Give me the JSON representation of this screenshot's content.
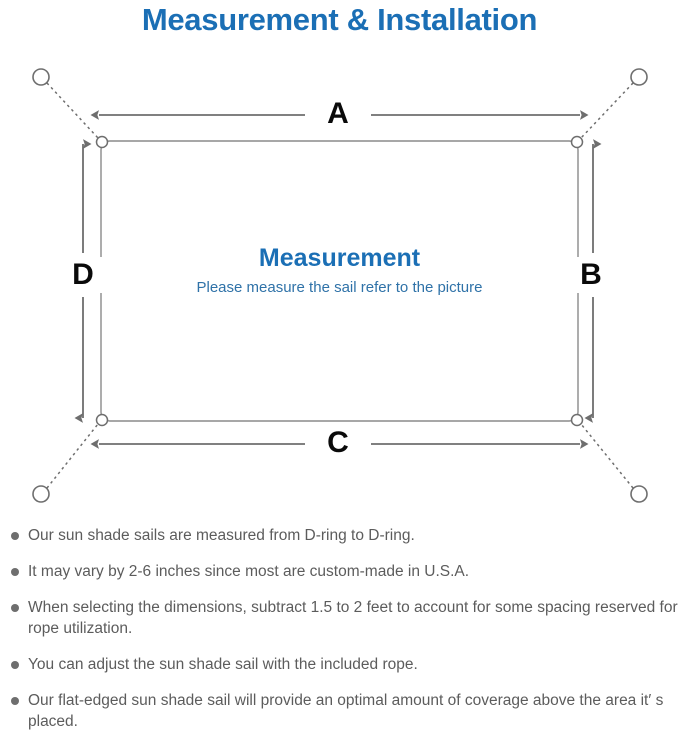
{
  "header": {
    "title": "Measurement & Installation",
    "title_color": "#1b6fb5"
  },
  "diagram": {
    "name": "sun-shade-sail-measurement-diagram",
    "sail_label": "Measurement",
    "sail_sublabel": "Please measure the sail refer to the picture",
    "sail_label_color": "#1b6fb5",
    "sail_sublabel_color": "#2f72a8",
    "line_color": "#6e6e6e",
    "sail_border_color": "#8a8a8a",
    "dimensions": {
      "top": "A",
      "right": "B",
      "bottom": "C",
      "left": "D"
    },
    "anchors": [
      {
        "name": "anchor-point-top-left",
        "position": "top-left"
      },
      {
        "name": "anchor-point-top-right",
        "position": "top-right"
      },
      {
        "name": "anchor-point-bottom-left",
        "position": "bottom-left"
      },
      {
        "name": "anchor-point-bottom-right",
        "position": "bottom-right"
      }
    ],
    "d_rings": [
      {
        "name": "d-ring-top-left",
        "position": "top-left"
      },
      {
        "name": "d-ring-top-right",
        "position": "top-right"
      },
      {
        "name": "d-ring-bottom-left",
        "position": "bottom-left"
      },
      {
        "name": "d-ring-bottom-right",
        "position": "bottom-right"
      }
    ]
  },
  "notes": {
    "items": [
      "Our sun shade sails are measured from D-ring to D-ring.",
      "It may vary by 2-6 inches since most are custom-made in U.S.A.",
      "When selecting the dimensions, subtract 1.5 to 2 feet to account for some spacing reserved for rope utilization.",
      "You can adjust the sun shade sail with the included rope.",
      "Our flat-edged sun shade sail will provide an optimal amount of coverage above the area it′ s placed."
    ],
    "bullet_color": "#6e6e6e",
    "text_color": "#5c5c5c"
  }
}
